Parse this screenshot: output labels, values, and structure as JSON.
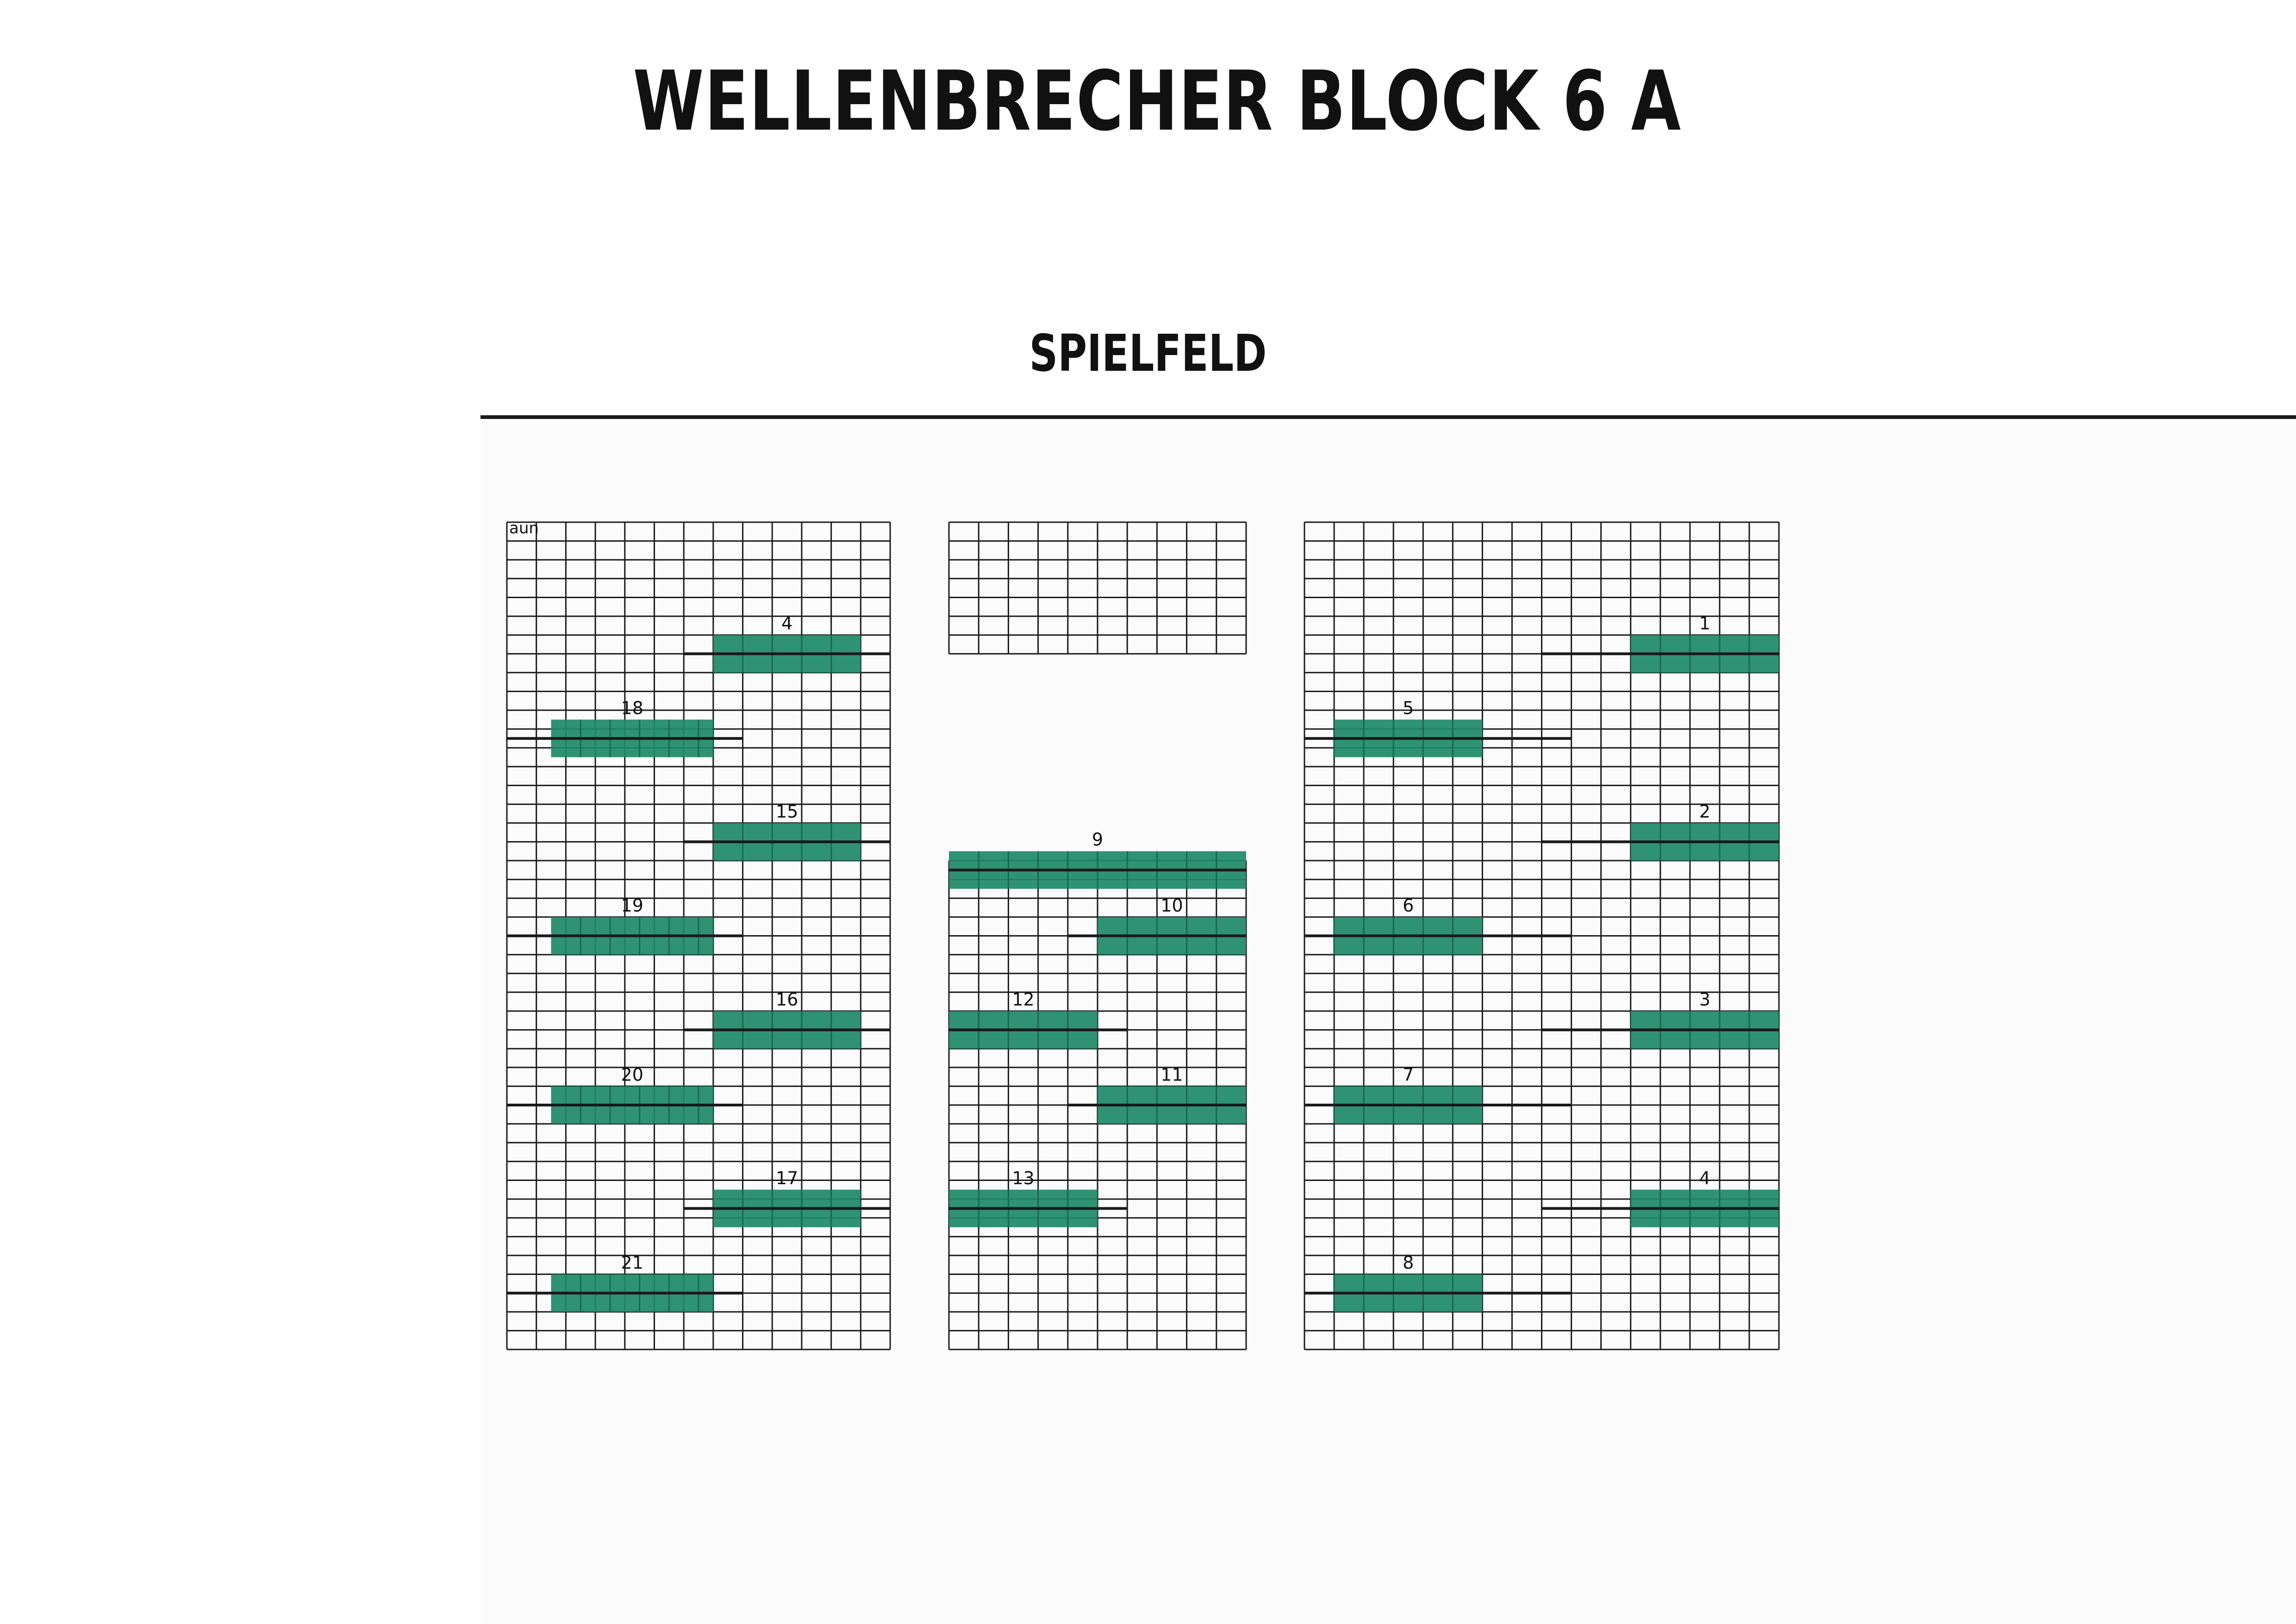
{
  "header": {
    "title": "WELLENBRECHER BLOCK 6 A",
    "subtitle": "SPIELFELD"
  },
  "corner_label": "aun",
  "colors": {
    "seat_highlight": "#1f8a68",
    "grid_line": "#1a1a1a",
    "background": "#ffffff"
  },
  "barriers": {
    "left": [
      "4",
      "18",
      "15",
      "19",
      "16",
      "20",
      "17",
      "21"
    ],
    "middle": [
      "9",
      "10",
      "12",
      "11",
      "13"
    ],
    "right": [
      "1",
      "5",
      "2",
      "6",
      "3",
      "7",
      "4",
      "8"
    ]
  }
}
